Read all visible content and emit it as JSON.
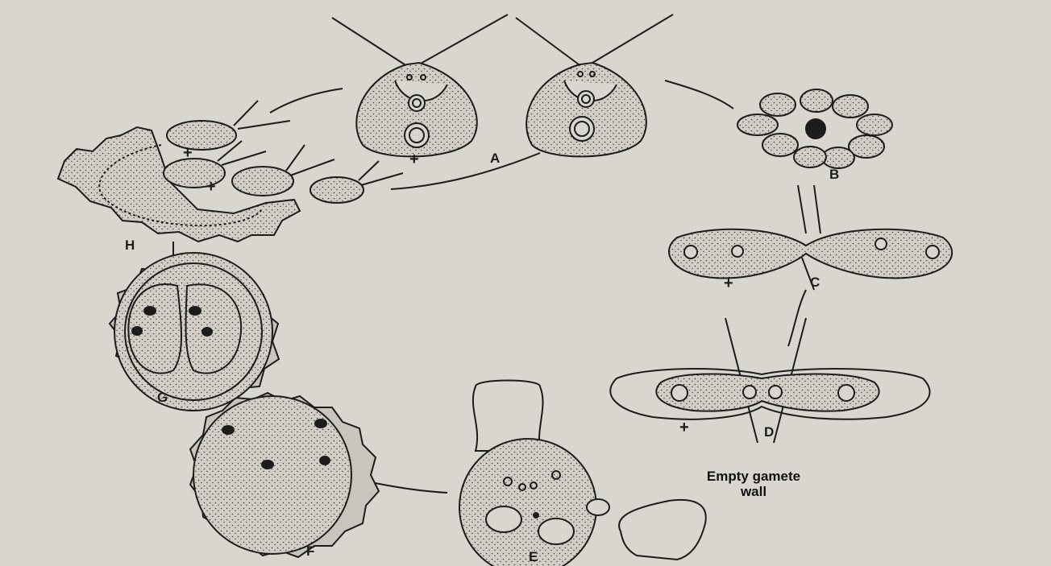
{
  "stages": {
    "A": "A",
    "B": "B",
    "C": "C",
    "D": "D",
    "E": "E",
    "F": "F",
    "G": "G",
    "H": "H"
  },
  "signs": {
    "plus": "+"
  },
  "annotations": {
    "empty_gamete_wall": "Empty gamete wall"
  },
  "colors": {
    "paper": "#d9d6cf",
    "ink": "#1c1c1c",
    "cell_fill": "#cfcbc3"
  }
}
